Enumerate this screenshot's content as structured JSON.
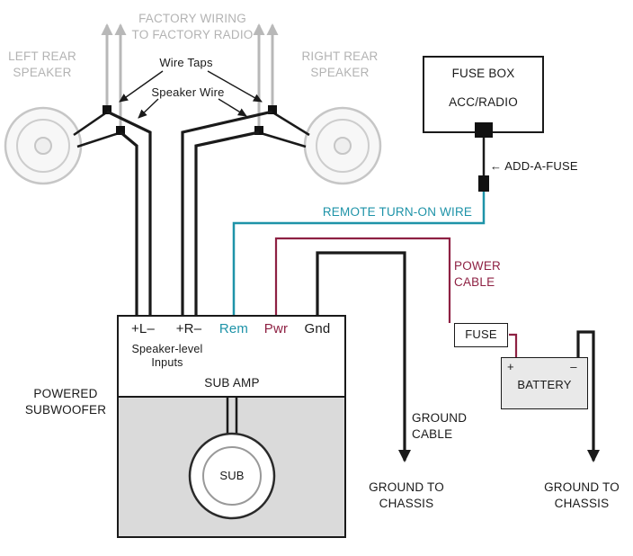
{
  "diagram": {
    "factory": {
      "line1": "FACTORY WIRING",
      "line2": "TO FACTORY RADIO"
    },
    "left_speaker": {
      "line1": "LEFT REAR",
      "line2": "SPEAKER"
    },
    "right_speaker": {
      "line1": "RIGHT REAR",
      "line2": "SPEAKER"
    },
    "wire_taps": "Wire Taps",
    "speaker_wire": "Speaker Wire",
    "fuse_box": {
      "title": "FUSE BOX",
      "circuit": "ACC/RADIO"
    },
    "add_a_fuse": "← ADD-A-FUSE",
    "remote_wire": "REMOTE TURN-ON WIRE",
    "power_cable": {
      "line1": "POWER",
      "line2": "CABLE"
    },
    "amp": {
      "terminal_l": "+L–",
      "terminal_r": "+R–",
      "terminal_rem": "Rem",
      "terminal_pwr": "Pwr",
      "terminal_gnd": "Gnd",
      "inputs_line1": "Speaker-level",
      "inputs_line2": "Inputs",
      "name": "SUB AMP"
    },
    "powered_subwoofer": {
      "line1": "POWERED",
      "line2": "SUBWOOFER"
    },
    "sub": "SUB",
    "fuse": "FUSE",
    "battery": {
      "name": "BATTERY",
      "plus": "+",
      "minus": "–"
    },
    "ground_cable": {
      "line1": "GROUND",
      "line2": "CABLE"
    },
    "ground_chassis": {
      "line1": "GROUND TO",
      "line2": "CHASSIS"
    }
  },
  "colors": {
    "remote_teal": "#1e93a8",
    "power_maroon": "#8e2143",
    "factory_gray": "#b3b3b3",
    "wire_black": "#1a1a1a",
    "enclosure_gray": "#dadada"
  }
}
